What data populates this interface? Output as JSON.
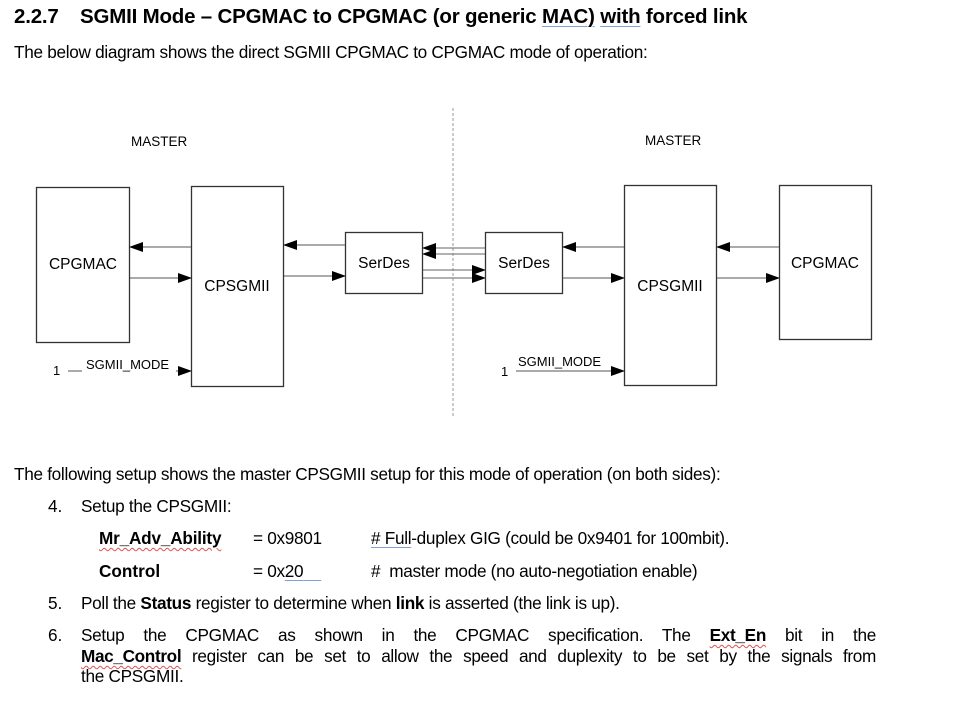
{
  "heading": {
    "number": "2.2.7",
    "title_pre": "SGMII Mode – CPGMAC to CPGMAC (or generic ",
    "title_ul1": "MAC)",
    "title_gap": " ",
    "title_ul2": " with",
    "title_post": " forced link"
  },
  "intro_text": "The below diagram shows the direct SGMII CPGMAC to CPGMAC mode of operation:",
  "diagram": {
    "left": {
      "master_label": "MASTER",
      "cpgmac_label": "CPGMAC",
      "cpsgmii_label": "CPSGMII",
      "serdes_label": "SerDes",
      "mode_value": "1",
      "mode_signal": "SGMII_MODE"
    },
    "right": {
      "master_label": "MASTER",
      "cpgmac_label": "CPGMAC",
      "cpsgmii_label": "CPSGMII",
      "serdes_label": "SerDes",
      "mode_value": "1",
      "mode_signal": "SGMII_MODE"
    }
  },
  "setup_intro": "The following setup shows the master CPSGMII setup for this mode of operation (on both sides):",
  "steps": [
    {
      "number": "4.",
      "text": "Setup the CPSGMII:",
      "registers": [
        {
          "name": "Mr_Adv_Ability",
          "value": "= 0x9801",
          "comment_hash": "#",
          "comment_ul": " Full",
          "comment_rest": "-duplex GIG (could be 0x9401 for 100mbit)."
        },
        {
          "name": "Control",
          "value_pre": "= 0x",
          "value_ul": "20",
          "value_pad": "    ",
          "comment": "#  master mode (no auto-negotiation enable)"
        }
      ]
    },
    {
      "number": "5.",
      "parts": [
        "Poll the ",
        "Status",
        " register to determine when ",
        "link",
        " is asserted (the link is up)."
      ]
    },
    {
      "number": "6.",
      "line1_pre": "Setup the CPGMAC as shown in the CPGMAC specification.  The ",
      "line1_bold": "Ext_En",
      "line1_post": " bit in the",
      "line2_bold": "Mac_Control",
      "line2_post": " register can be set to allow the speed and duplexity to be set by the signals from",
      "line3": "the CPSGMII."
    }
  ]
}
